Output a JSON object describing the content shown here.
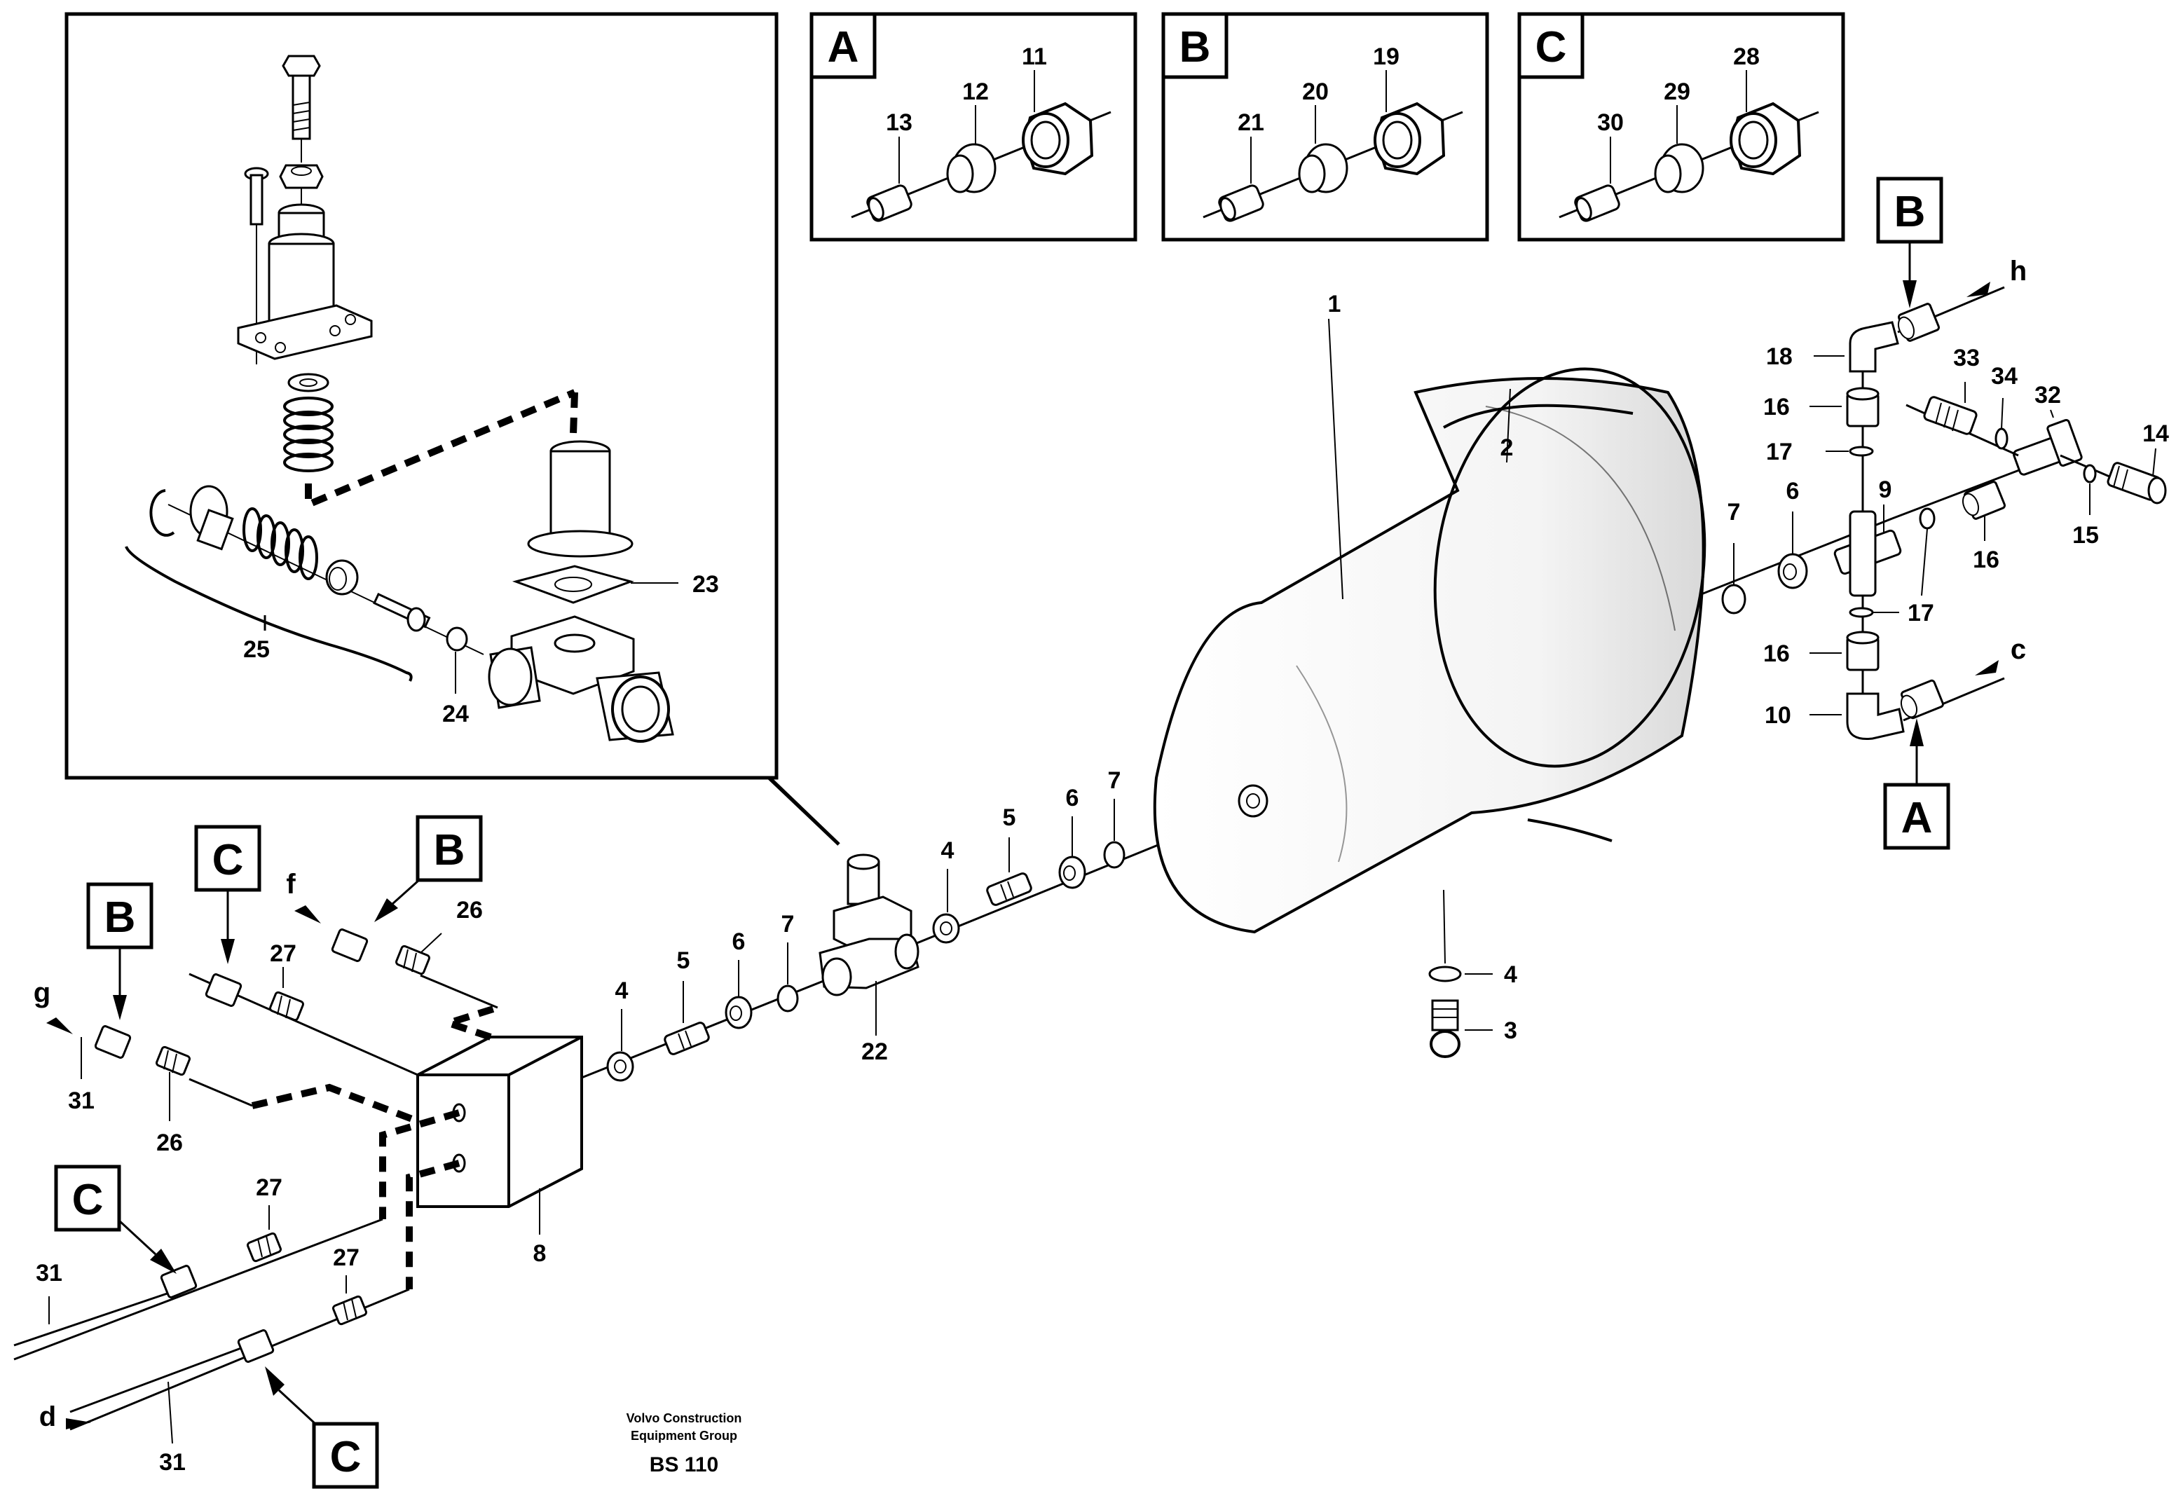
{
  "inset_boxes": [
    {
      "letter": "A",
      "parts": [
        "13",
        "12",
        "11"
      ]
    },
    {
      "letter": "B",
      "parts": [
        "21",
        "20",
        "19"
      ]
    },
    {
      "letter": "C",
      "parts": [
        "30",
        "29",
        "28"
      ]
    }
  ],
  "detail_inset": {
    "parts": [
      "23",
      "24",
      "25"
    ]
  },
  "callouts": {
    "p1": "1",
    "p2": "2",
    "p3": "3",
    "p4a": "4",
    "p4b": "4",
    "p4c": "4",
    "p5a": "5",
    "p5b": "5",
    "p6a": "6",
    "p6b": "6",
    "p6c": "6",
    "p7a": "7",
    "p7b": "7",
    "p7c": "7",
    "p8": "8",
    "p9": "9",
    "p10": "10",
    "p14": "14",
    "p15": "15",
    "p16a": "16",
    "p16b": "16",
    "p16c": "16",
    "p17a": "17",
    "p17b": "17",
    "p18": "18",
    "p22": "22",
    "p26a": "26",
    "p26b": "26",
    "p27a": "27",
    "p27b": "27",
    "p27c": "27",
    "p31a": "31",
    "p31b": "31",
    "p31c": "31",
    "p32": "32",
    "p33": "33",
    "p34": "34"
  },
  "connection_letters": {
    "h": "h",
    "c": "c",
    "f": "f",
    "g": "g",
    "d": "d"
  },
  "reference_boxes": {
    "ref_b_top_right": "B",
    "ref_a_right": "A",
    "ref_c_top_left": "C",
    "ref_b_mid_left": "B",
    "ref_b_left": "B",
    "ref_c_left": "C",
    "ref_c_bottom": "C"
  },
  "footer": {
    "line1": "Volvo Construction",
    "line2": "Equipment Group",
    "code": "BS 110"
  }
}
